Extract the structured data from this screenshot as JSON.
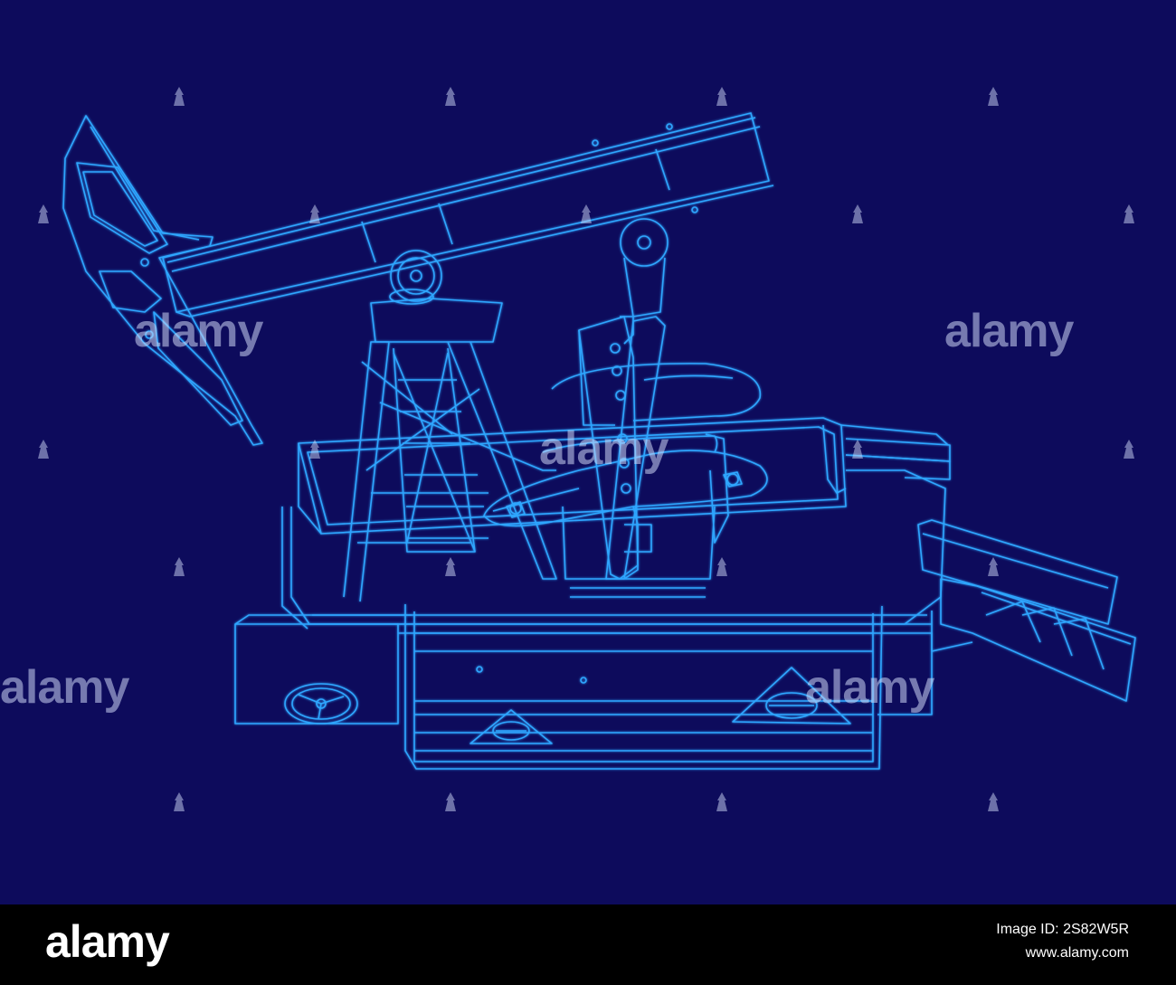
{
  "colors": {
    "background": "#0d0b5c",
    "line": "#2fa6ff",
    "line_highlight": "#7fe0ff",
    "footer": "#000000",
    "footer_text": "#ffffff"
  },
  "subject": "pump-jack-wireframe",
  "watermark": {
    "text": "alamy"
  },
  "footer": {
    "logo": "alamy",
    "image_id": "Image ID: 2S82W5R",
    "site": "www.alamy.com"
  }
}
